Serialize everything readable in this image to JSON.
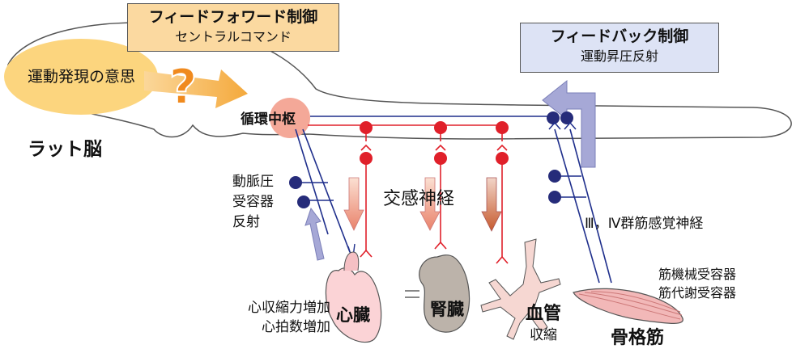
{
  "feedforward": {
    "title": "フィードフォワード制御",
    "subtitle": "セントラルコマンド"
  },
  "feedback": {
    "title": "フィードバック制御",
    "subtitle": "運動昇圧反射"
  },
  "brain": {
    "intent": "運動発現の意思",
    "question": "?",
    "label": "ラット脳",
    "center": "循環中枢"
  },
  "baroreflex": {
    "line1": "動脈圧",
    "line2": "受容器",
    "line3": "反射"
  },
  "sympathetic": "交感神経",
  "muscle_nerve": "Ⅲ，Ⅳ群筋感覚神経",
  "heart": {
    "effect1": "心収縮力増加",
    "effect2": "心拍数増加",
    "name": "心臓"
  },
  "kidney": {
    "name": "腎臓"
  },
  "vessel": {
    "name": "血管",
    "effect": "収縮"
  },
  "muscle": {
    "receptor1": "筋機械受容器",
    "receptor2": "筋代謝受容器",
    "name": "骨格筋"
  },
  "colors": {
    "neuron_red": "#e0202a",
    "neuron_blue": "#1f2f8c",
    "node_navy": "#262c7a",
    "feedforward_box": "#fbd9a0",
    "feedback_box": "#dde3f5",
    "intent_ellipse": "#fcd57e",
    "center_circle": "#f4a898",
    "arrow_purple": "#a6a8d6"
  }
}
